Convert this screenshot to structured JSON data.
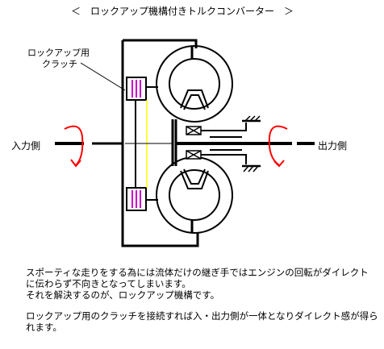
{
  "title": "＜　ロックアップ機構付きトルクコンバーター　＞",
  "labels": {
    "clutch_line1": "ロックアップ用",
    "clutch_line2": "クラッチ",
    "input_side": "入力側",
    "output_side": "出力側"
  },
  "description": [
    "スポーティな走りをする為には流体だけの継ぎ手ではエンジンの回転がダイレクト",
    "に伝わらず不向きとなってしまいます。",
    "それを解決するのが、ロックアップ機構です。",
    "ロックアップ用のクラッチを接続すれば入・出力側が一体となりダイレクト感が得ら",
    "れます。"
  ],
  "colors": {
    "line": "#000000",
    "rotation_arrow": "#ff0000",
    "clutch_plate": "#cc00cc",
    "clutch_rod": "#ffff00"
  },
  "icons": [
    "rotation-arrow-icon",
    "one-way-clutch-icon",
    "stator-fixed-ground-icon"
  ]
}
